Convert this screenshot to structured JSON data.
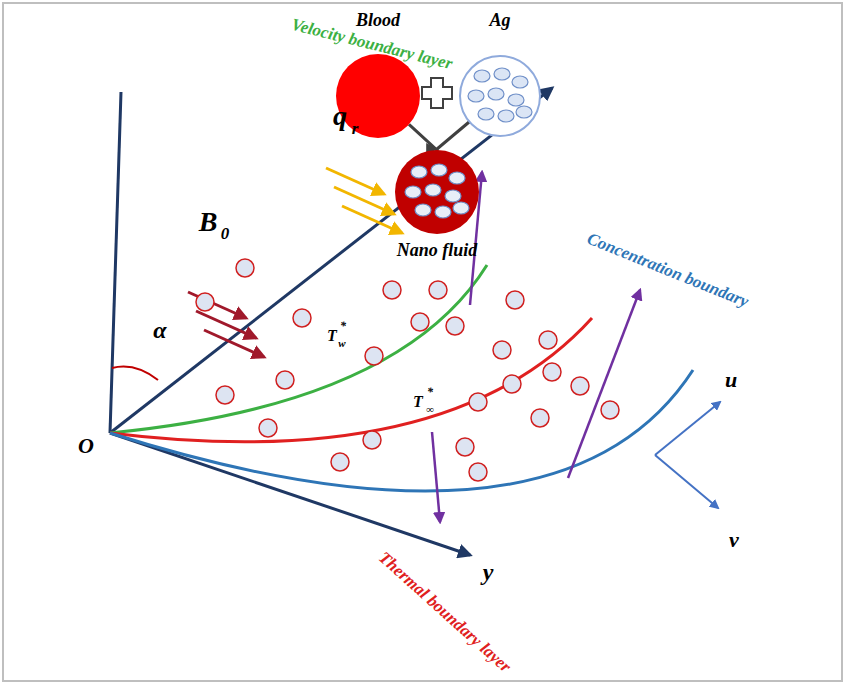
{
  "diagram": {
    "nodes": [
      {
        "text": [
          "Blood"
        ]
      },
      {
        "text": [
          "Ag"
        ]
      },
      {
        "text": [
          "Nano fluid"
        ]
      }
    ],
    "edges": [
      {
        "from": 0,
        "to": 2,
        "arrow": "to"
      },
      {
        "from": 1,
        "to": 2,
        "arrow": "to"
      }
    ],
    "labels": [
      "Velocity boundary layer",
      "Concentration boundary",
      "Thermal boundary layer",
      "q",
      "r",
      "B",
      "0",
      "α",
      "T",
      "w",
      "*",
      "T",
      "∞",
      "*",
      "O",
      "y",
      "u",
      "v"
    ]
  }
}
